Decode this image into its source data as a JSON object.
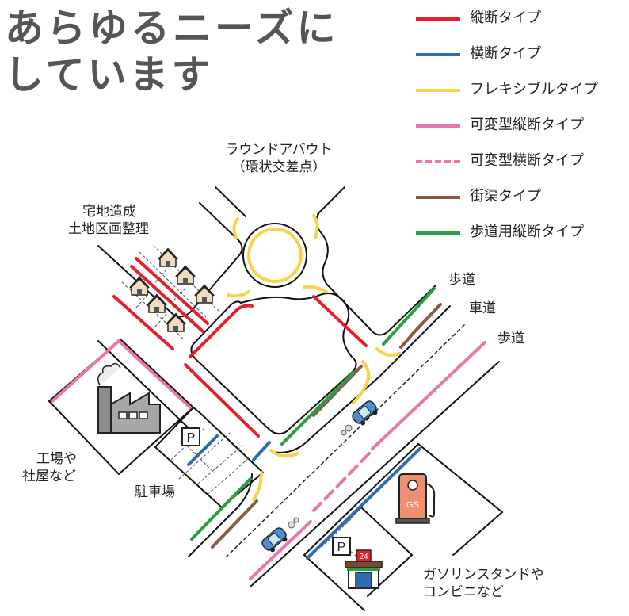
{
  "heading": {
    "line1": "あらゆるニーズに",
    "line2": "しています"
  },
  "legend": [
    {
      "label": "縦断タイプ",
      "color": "#e6202a",
      "style": "solid"
    },
    {
      "label": "横断タイプ",
      "color": "#2e6bb3",
      "style": "solid"
    },
    {
      "label": "フレキシブルタイプ",
      "color": "#f7d34a",
      "style": "solid"
    },
    {
      "label": "可変型縦断タイプ",
      "color": "#ea76ad",
      "style": "solid"
    },
    {
      "label": "可変型横断タイプ",
      "color": "#ea76ad",
      "style": "dashed"
    },
    {
      "label": "街渠タイプ",
      "color": "#8b5a47",
      "style": "solid"
    },
    {
      "label": "歩道用縦断タイプ",
      "color": "#2e9e46",
      "style": "solid"
    }
  ],
  "labels": {
    "roundabout": "ラウンドアバウト",
    "roundabout_sub": "（環状交差点）",
    "residential_1": "宅地造成",
    "residential_2": "土地区画整理",
    "sidewalk_1": "歩道",
    "roadway": "車道",
    "sidewalk_2": "歩道",
    "factory_1": "工場や",
    "factory_2": "社屋など",
    "parking": "駐車場",
    "gas_1": "ガソリンスタンドや",
    "gas_2": "コンビニなど"
  },
  "signs": {
    "parking_sign": "P",
    "gas_sign": "GS",
    "store_sign": "24"
  }
}
